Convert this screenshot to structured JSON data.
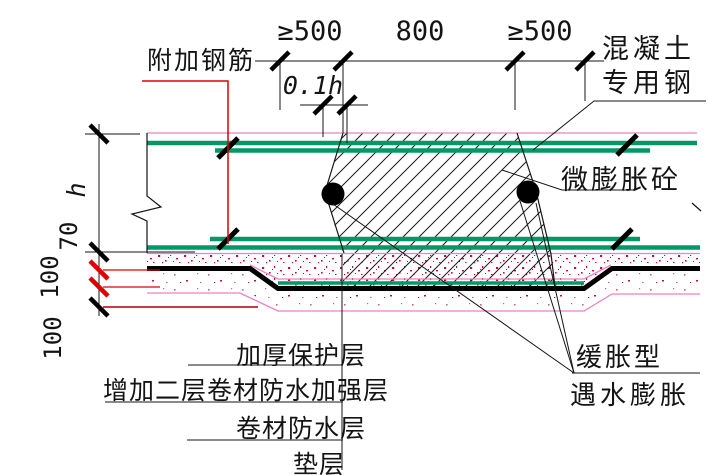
{
  "drawing": {
    "type": "construction-detail",
    "dimensions": {
      "top_left": "≥500",
      "top_mid": "800",
      "top_right": "≥500",
      "joint_offset": "0.1h",
      "left_chain": {
        "slab": "h",
        "seg2": "70",
        "seg3": "100",
        "seg4": "100"
      }
    },
    "labels": {
      "additional_rebar": "附加钢筋",
      "concrete_line1": "混凝土",
      "concrete_line2": "专用钢",
      "micro_expansion_concrete": "微膨胀砼",
      "waterstop_line1": "缓胀型",
      "waterstop_line2": "遇水膨胀",
      "thickened_protection": "加厚保护层",
      "added_membrane_reinforcement": "增加二层卷材防水加强层",
      "membrane_waterproof_layer": "卷材防水层",
      "cushion_layer": "垫层"
    },
    "colors": {
      "rebar_teal": "#009966",
      "layer_outline_pink": "#F080C0",
      "leader_red": "#E00000",
      "extension_dark_red": "#B00000",
      "speckle_crimson": "#C01030",
      "line_black": "#141414"
    }
  }
}
